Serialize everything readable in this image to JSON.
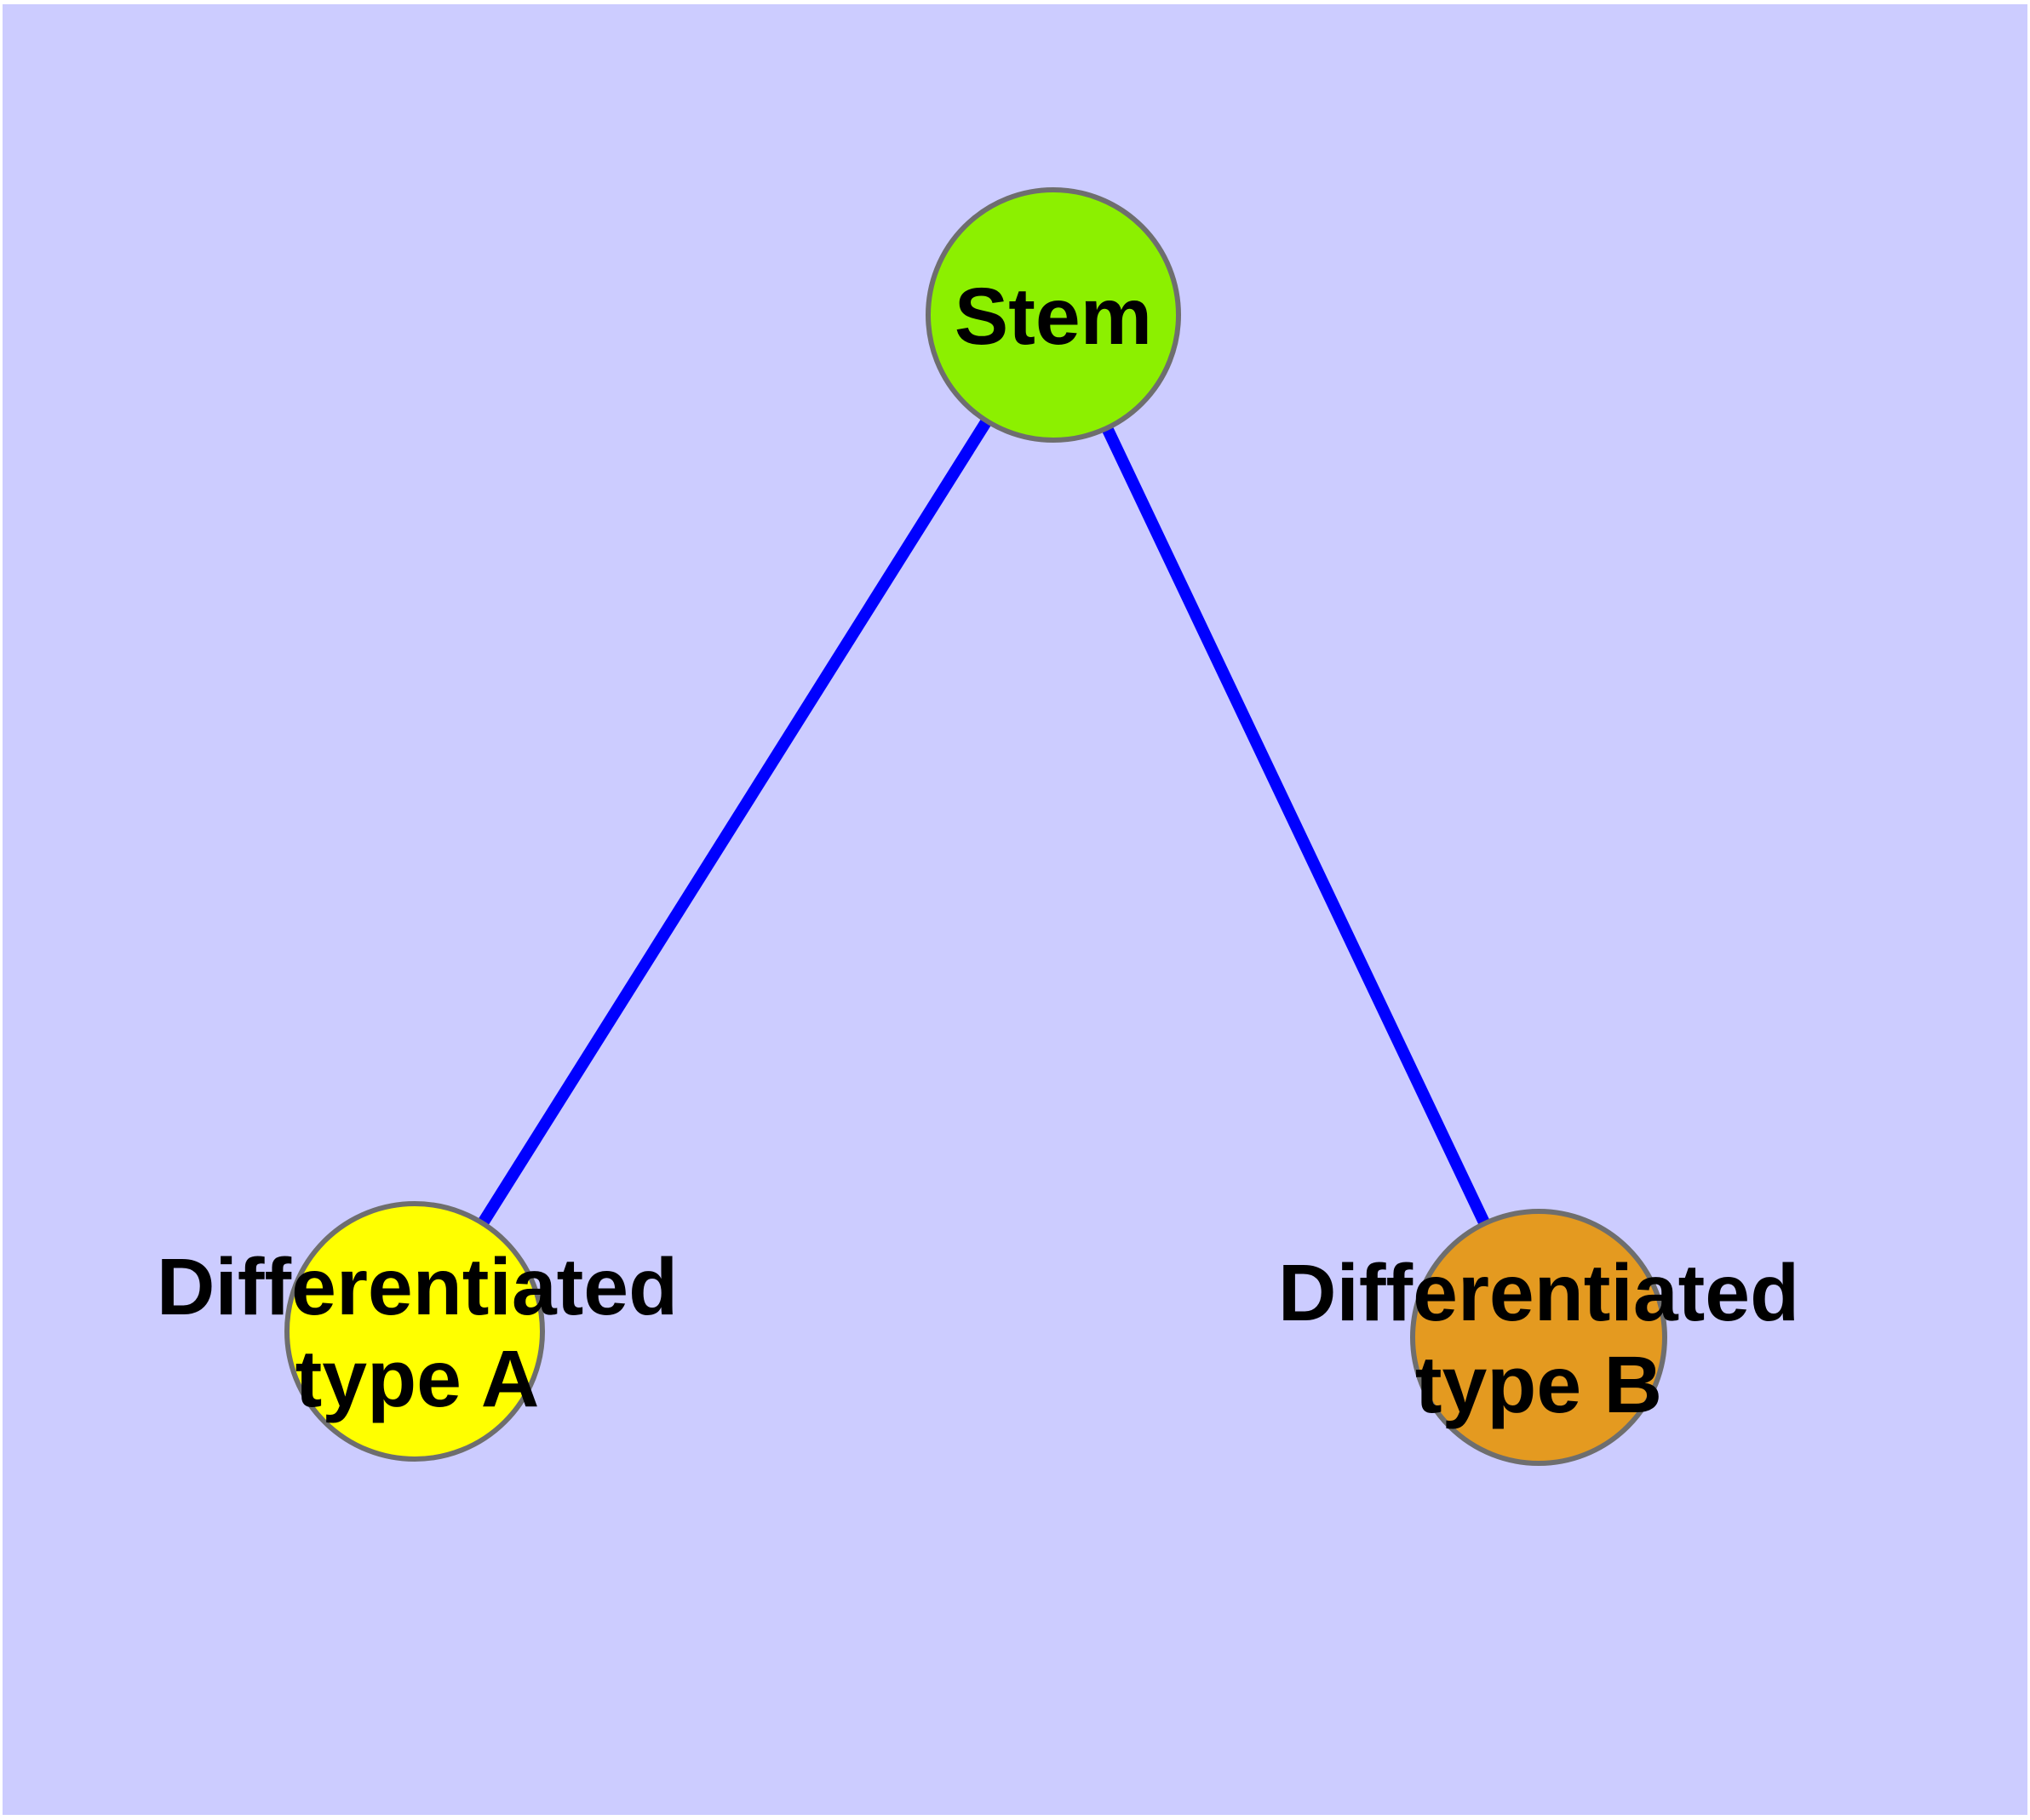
{
  "diagram": {
    "background_color": "#CCCCFF",
    "frame_color": "#FFFFFF",
    "edge_color": "#0000FF",
    "node_border_color": "#6E6E6E",
    "label_color": "#000000",
    "nodes": [
      {
        "id": "stem",
        "label": "Stem",
        "fill": "#8CF000"
      },
      {
        "id": "differentiated-type-a",
        "label_line1": "Differentiated",
        "label_line2": "type A",
        "fill": "#FFFF00"
      },
      {
        "id": "differentiated-type-b",
        "label_line1": "Differentiated",
        "label_line2": "type B",
        "fill": "#E49A20"
      }
    ],
    "edges": [
      {
        "from": "Stem",
        "to": "Differentiated type A"
      },
      {
        "from": "Stem",
        "to": "Differentiated type B"
      }
    ]
  }
}
